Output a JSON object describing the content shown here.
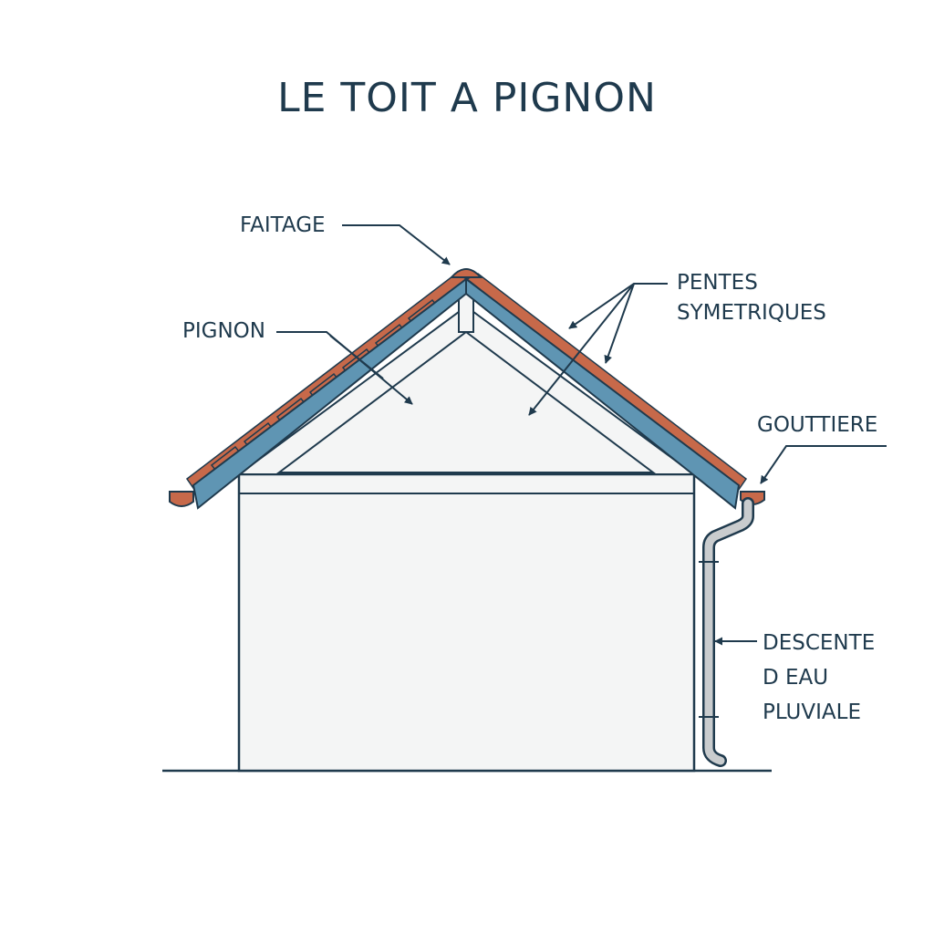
{
  "title": "LE TOIT A PIGNON",
  "labels": {
    "faitage": "FAITAGE",
    "pentes_line1": "PENTES",
    "pentes_line2": "SYMETRIQUES",
    "pignon": "PIGNON",
    "gouttiere": "GOUTTIERE",
    "descente_line1": "DESCENTE",
    "descente_line2": "D EAU",
    "descente_line3": "PLUVIALE"
  },
  "colors": {
    "outline": "#1f3a4d",
    "roof_blue": "#5f95b3",
    "tile": "#c7694a",
    "wall": "#f4f5f5",
    "pipe": "#c9ccce"
  }
}
